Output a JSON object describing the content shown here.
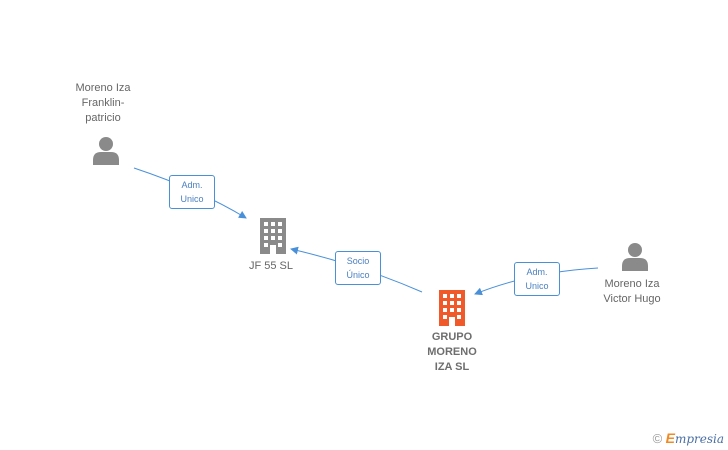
{
  "nodes": {
    "person_top": {
      "lines": [
        "Moreno Iza",
        "Franklin-",
        "patricio"
      ],
      "icon": "person-icon"
    },
    "person_right": {
      "lines": [
        "Moreno Iza",
        "Victor Hugo"
      ],
      "icon": "person-icon"
    },
    "company_jf": {
      "lines": [
        "JF 55 SL"
      ],
      "icon": "building-icon"
    },
    "company_grupo": {
      "lines": [
        "GRUPO",
        "MORENO",
        "IZA SL"
      ],
      "icon": "building-icon"
    }
  },
  "edges": {
    "adm_top": [
      "Adm.",
      "Unico"
    ],
    "socio": [
      "Socio",
      "Único"
    ],
    "adm_right": [
      "Adm.",
      "Unico"
    ]
  },
  "brand": {
    "copyright": "©",
    "e": "E",
    "rest": "mpresia"
  },
  "colors": {
    "person": "#8a8a8a",
    "company": "#8a8a8a",
    "focus_company": "#f05a2a",
    "edge": "#4a90d9"
  }
}
